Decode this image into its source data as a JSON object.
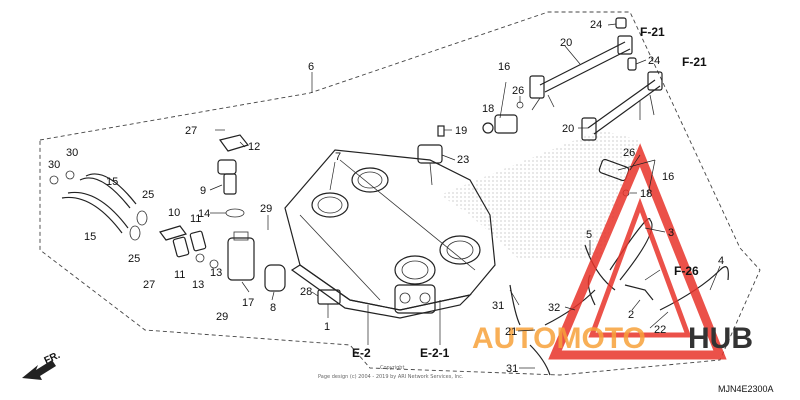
{
  "labels": {
    "l1": "1",
    "l2": "2",
    "l3": "3",
    "l4": "4",
    "l5": "5",
    "l6": "6",
    "l7": "7",
    "l8": "8",
    "l9": "9",
    "l10": "10",
    "l11a": "11",
    "l11b": "11",
    "l12": "12",
    "l13a": "13",
    "l13b": "13",
    "l14": "14",
    "l15a": "15",
    "l15b": "15",
    "l16a": "16",
    "l16b": "16",
    "l17": "17",
    "l18a": "18",
    "l18b": "18",
    "l19": "19",
    "l20a": "20",
    "l20b": "20",
    "l21": "21",
    "l22": "22",
    "l23": "23",
    "l24a": "24",
    "l24b": "24",
    "l25a": "25",
    "l25b": "25",
    "l26a": "26",
    "l26b": "26",
    "l27a": "27",
    "l27b": "27",
    "l28": "28",
    "l29a": "29",
    "l29b": "29",
    "l30a": "30",
    "l30b": "30",
    "l31a": "31",
    "l31b": "31",
    "l32": "32"
  },
  "refs": {
    "f21a": "F-21",
    "f21b": "F-21",
    "f26": "F-26",
    "e2": "E-2",
    "e21": "E-2-1"
  },
  "direction": "FR.",
  "copyright_label": "Copyright",
  "copyright_line": "Page design (c) 2004 - 2019 by ARI Network Services, Inc.",
  "diagram_code": "MJN4E2300A",
  "watermark": {
    "auto": "AUTOMOTO",
    "hub": "HUB",
    "accent": "#e8332a",
    "orange": "#f7a23a"
  }
}
